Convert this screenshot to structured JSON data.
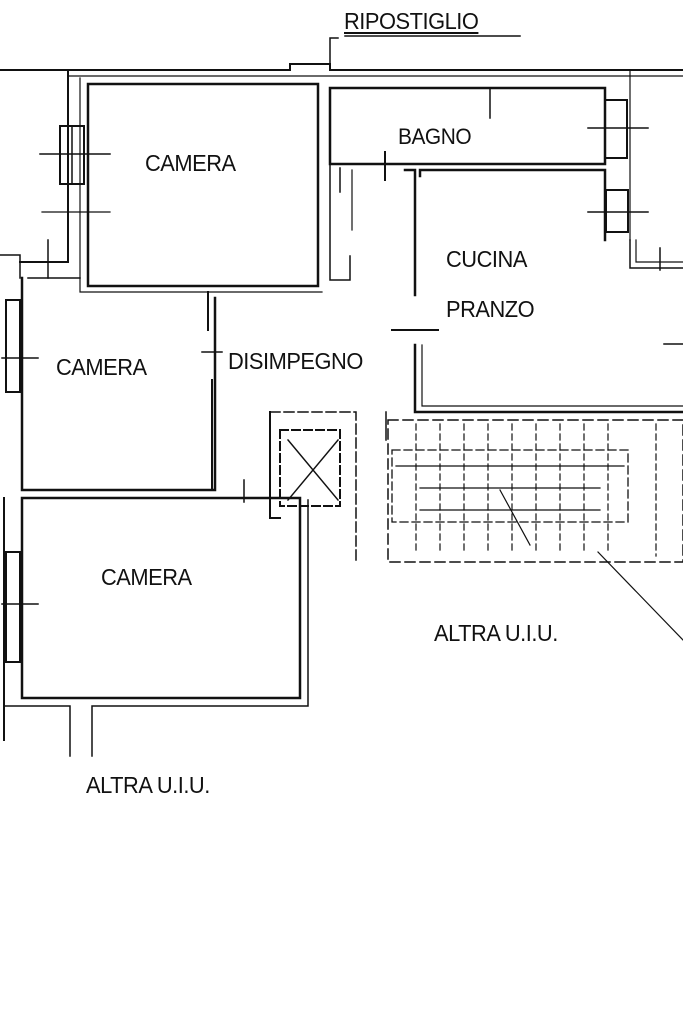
{
  "floorplan": {
    "colors": {
      "ink": "#111111",
      "paper": "#ffffff"
    },
    "rooms": {
      "ripostiglio": "RIPOSTIGLIO",
      "bagno": "BAGNO",
      "camera_1": "CAMERA",
      "camera_2": "CAMERA",
      "camera_3": "CAMERA",
      "cucina": "CUCINA",
      "pranzo": "PRANZO",
      "disimpegno": "DISIMPEGNO",
      "altra_uiu_1": "ALTRA U.I.U.",
      "altra_uiu_2": "ALTRA U.I.U."
    }
  }
}
